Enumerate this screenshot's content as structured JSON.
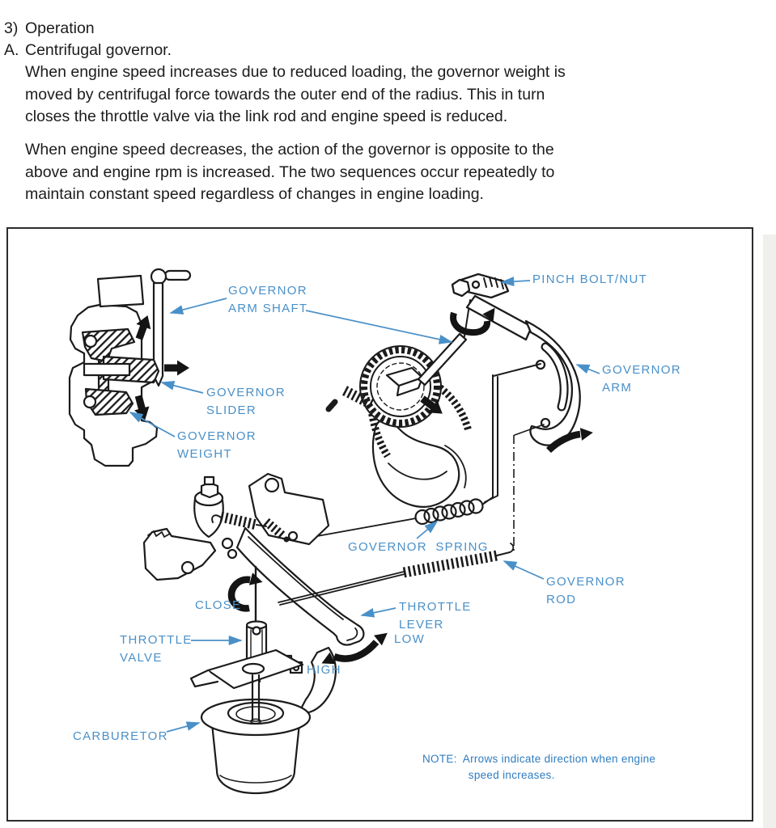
{
  "page": {
    "background": "#ffffff",
    "ink": "#1c1c1c",
    "line_art": "#1b1b1b",
    "accent_blue": "#4a90c8",
    "note_blue": "#2e7cc0"
  },
  "header": {
    "item_number": "3)",
    "item_title": "Operation",
    "sub_letter": "A.",
    "sub_title": "Centrifugal governor.",
    "paragraph1": [
      "When engine speed increases due to reduced loading, the governor weight is",
      "moved by centrifugal force towards the outer end of the radius. This in turn",
      "closes the throttle valve via the link rod and engine speed is reduced."
    ],
    "paragraph2": [
      "When engine speed decreases, the action of the governor is opposite to the",
      "above and engine rpm is increased. The two sequences occur repeatedly to",
      "maintain constant speed regardless of changes in engine loading."
    ]
  },
  "diagram": {
    "labels": {
      "governor_arm_shaft": {
        "line1": "GOVERNOR",
        "line2": "ARM SHAFT"
      },
      "pinch_bolt_nut": {
        "line1": "PINCH BOLT/NUT"
      },
      "governor_arm": {
        "line1": "GOVERNOR",
        "line2": "ARM"
      },
      "governor_slider": {
        "line1": "GOVERNOR",
        "line2": "SLIDER"
      },
      "governor_weight": {
        "line1": "GOVERNOR",
        "line2": "WEIGHT"
      },
      "governor_spring": {
        "line1": "GOVERNOR SPRING"
      },
      "governor_rod": {
        "line1": "GOVERNOR",
        "line2": "ROD"
      },
      "throttle_lever": {
        "line1": "THROTTLE",
        "line2": "LEVER"
      },
      "low": {
        "line1": "LOW"
      },
      "high": {
        "line1": "HIGH"
      },
      "close": {
        "line1": "CLOSE"
      },
      "throttle_valve": {
        "line1": "THROTTLE",
        "line2": "VALVE"
      },
      "carburetor": {
        "line1": "CARBURETOR"
      }
    },
    "note": {
      "prefix": "NOTE:",
      "line1": "Arrows indicate direction when engine",
      "line2": "speed increases."
    }
  }
}
